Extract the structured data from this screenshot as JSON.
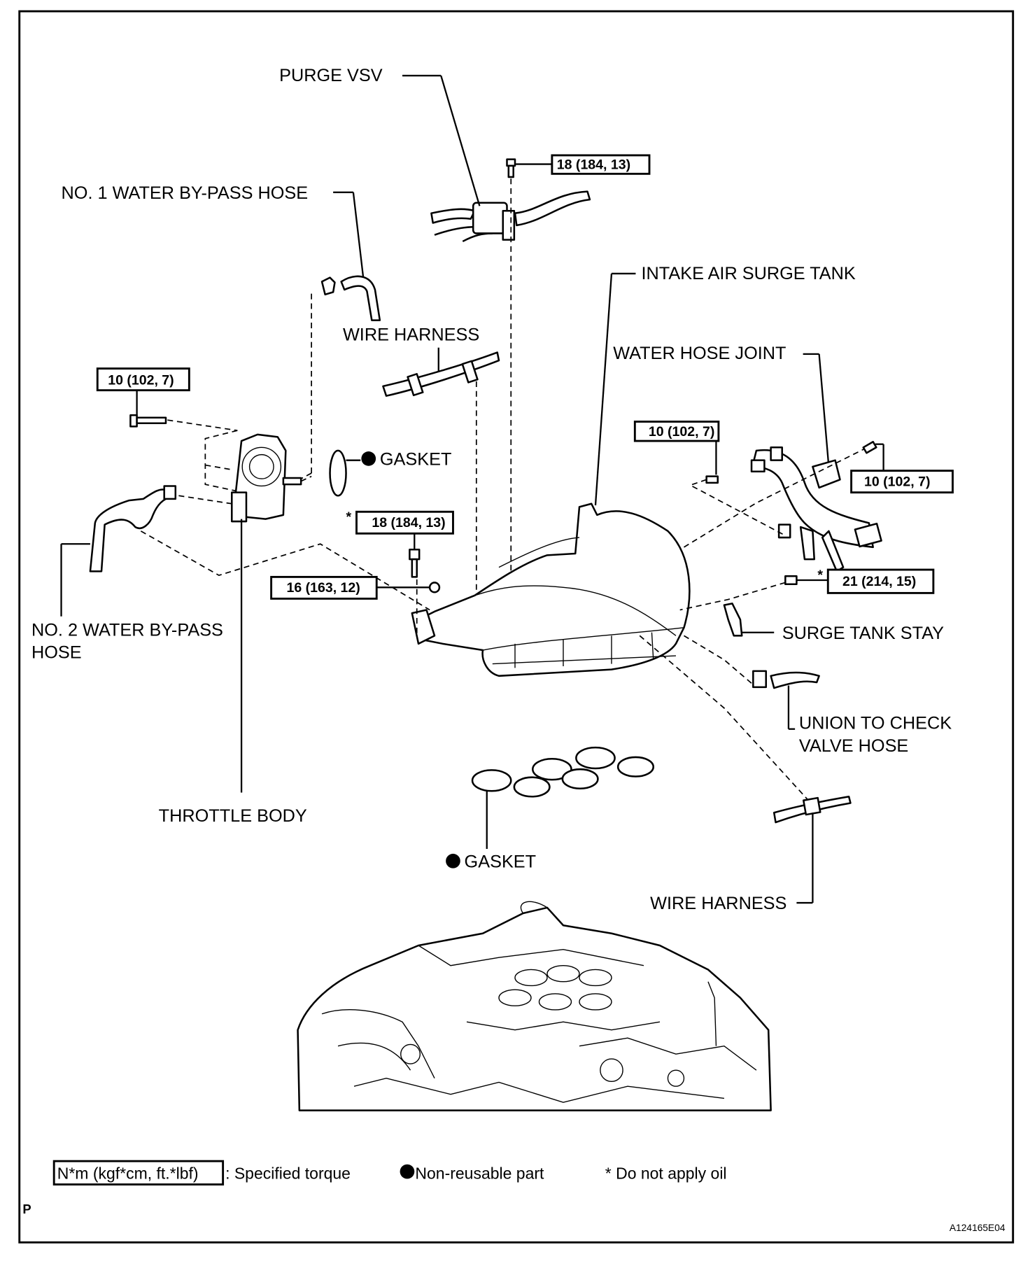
{
  "diagram": {
    "labels": {
      "purge_vsv": "PURGE VSV",
      "no1_hose": "NO. 1 WATER BY-PASS HOSE",
      "wire_harness_top": "WIRE HARNESS",
      "intake_surge_tank": "INTAKE AIR SURGE TANK",
      "water_hose_joint": "WATER HOSE JOINT",
      "gasket_throttle": "GASKET",
      "no2_hose_line1": "NO. 2 WATER BY-PASS",
      "no2_hose_line2": "HOSE",
      "surge_tank_stay": "SURGE TANK STAY",
      "union_line1": "UNION TO CHECK",
      "union_line2": "VALVE HOSE",
      "throttle_body": "THROTTLE BODY",
      "gasket_manifold": "GASKET",
      "wire_harness_bottom": "WIRE HARNESS"
    },
    "torques": {
      "purge_vsv_bolt": "18 (184, 13)",
      "throttle_bolt": "10 (102, 7)",
      "tank_bolt": "18 (184, 13)",
      "tank_nut": "16 (163, 12)",
      "joint_bolt_left": "10 (102, 7)",
      "joint_bolt_right": "10 (102, 7)",
      "stay_bolt": "21 (214, 15)"
    },
    "asterisk": "*"
  },
  "legend": {
    "torque_unit": "N*m (kgf*cm, ft.*lbf)",
    "torque_desc": ": Specified torque",
    "nonreusable": "Non-reusable part",
    "no_oil": "* Do not apply oil"
  },
  "footer": {
    "section_mark": "P",
    "figure_id": "A124165E04"
  }
}
